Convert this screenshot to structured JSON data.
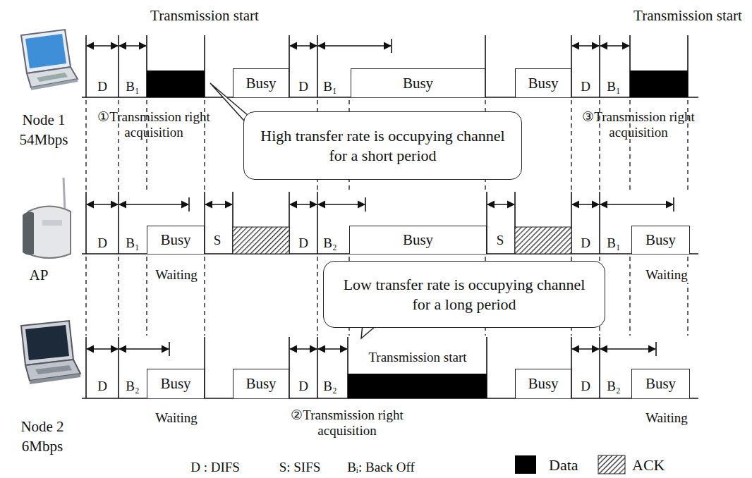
{
  "diagram": {
    "nodes": [
      {
        "text": [
          "Busy"
        ]
      },
      {
        "text": [
          "Busy"
        ]
      },
      {
        "text": [
          "Busy"
        ]
      },
      {
        "text": [
          "High transfer rate is occupying channel for a short period"
        ]
      },
      {
        "text": [
          "Busy"
        ]
      },
      {
        "text": [
          "Busy"
        ]
      },
      {
        "text": [
          "Busy"
        ]
      },
      {
        "text": [
          "Low transfer rate is occupying channel for a long period"
        ]
      },
      {
        "text": [
          "Busy"
        ]
      },
      {
        "text": [
          "Busy"
        ]
      },
      {
        "text": [
          "Busy"
        ]
      },
      {
        "text": [
          "Busy"
        ]
      }
    ],
    "edges": [],
    "labels": [
      "Transmission start",
      "Transmission start",
      "D",
      "B₁",
      "D",
      "B₁",
      "D",
      "B₁",
      "Node 1",
      "①Transmission right acquisition",
      "③Transmission right acquisition",
      "54Mbps",
      "D",
      "B₁",
      "S",
      "D",
      "B₂",
      "S",
      "D",
      "B₁",
      "AP",
      "Waiting",
      "Waiting",
      "Transmission start",
      "D",
      "B₂",
      "D",
      "B₂",
      "D",
      "B₂",
      "Waiting",
      "②Transmission right acquisition",
      "Waiting",
      "Node 2",
      "6Mbps",
      "D : DIFS",
      "S: SIFS",
      "Bᵢ: Back Off"
    ],
    "legend": [
      {
        "text": "Data",
        "color": "#000000"
      },
      {
        "text": "ACK"
      }
    ]
  }
}
